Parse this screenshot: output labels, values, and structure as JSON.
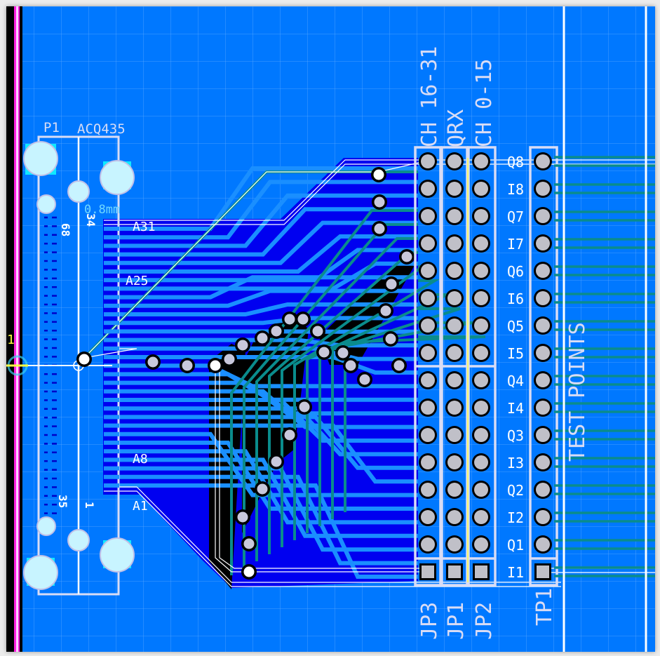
{
  "view": {
    "type": "pcb-layout-editor",
    "colors": {
      "board_background": "#0078ff",
      "copper_pour": "#0000f0",
      "trace_top": "#1a8fff",
      "trace_bottom": "#0a8c8c",
      "keepout": "#000000",
      "board_edge": "#ff20e0",
      "silkscreen": "#d8dcf5",
      "pad": "#c0c0c8",
      "mounting_hole": "#c8f4ff",
      "highlight": "#ffff00",
      "dimension_text": "#6fd8ff"
    }
  },
  "connector": {
    "designator": "P1",
    "value": "ACQ435",
    "pin_labels": {
      "top_left": "68",
      "top_right": "34",
      "bottom_left": "35",
      "bottom_right": "1"
    },
    "net_labels": [
      "A31",
      "A25",
      "A8",
      "A1"
    ],
    "dimension_label": "0.8mm",
    "origin_marker": "1"
  },
  "headers": [
    {
      "designator": "JP3",
      "label": "CH 16-31"
    },
    {
      "designator": "JP1",
      "label": "QRX"
    },
    {
      "designator": "JP2",
      "label": "CH 0-15"
    }
  ],
  "test_points": {
    "designator": "TP1",
    "title": "TEST POINTS",
    "signals": [
      "Q8",
      "I8",
      "Q7",
      "I7",
      "Q6",
      "I6",
      "Q5",
      "I5",
      "Q4",
      "I4",
      "Q3",
      "I3",
      "Q2",
      "I2",
      "Q1",
      "I1"
    ]
  }
}
